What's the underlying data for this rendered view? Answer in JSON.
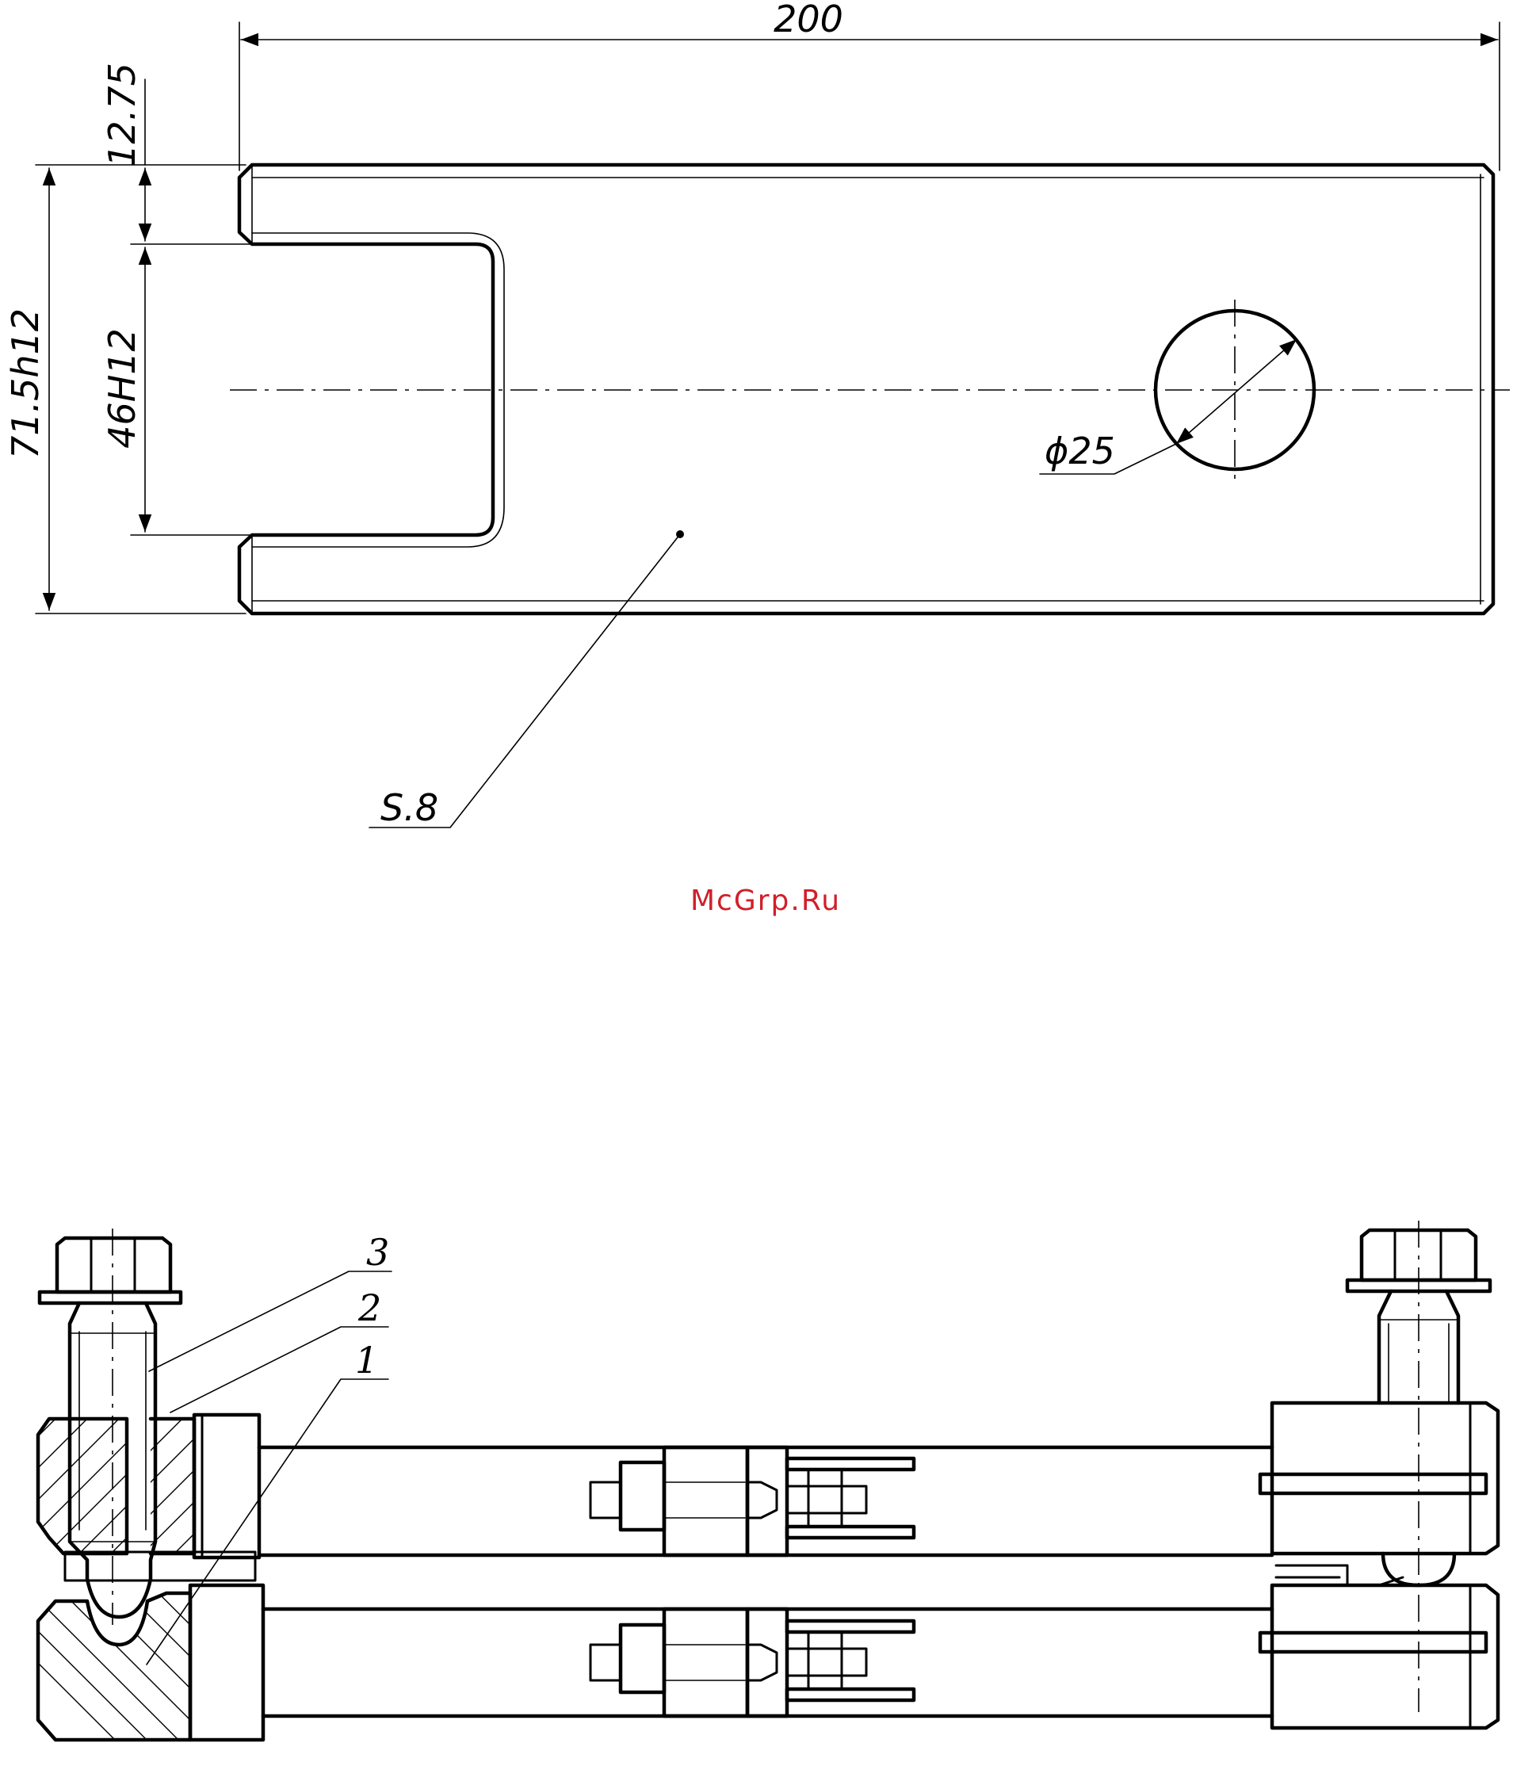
{
  "dimensions": {
    "overall_length": "200",
    "slot_offset": "12.75",
    "overall_width": "71.5h12",
    "slot_width": "46H12",
    "hole_diameter": "ϕ25",
    "thickness": "S.8"
  },
  "positions": [
    "3",
    "2",
    "1"
  ],
  "watermark": "McGrp.Ru"
}
